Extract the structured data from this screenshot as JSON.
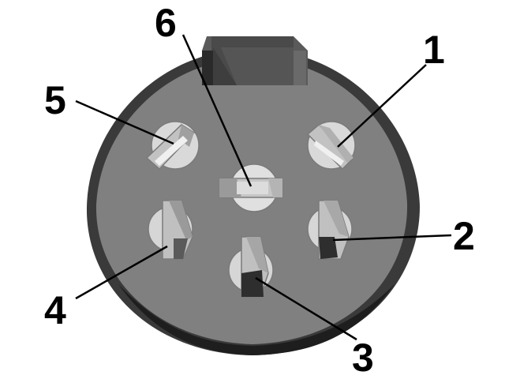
{
  "colors": {
    "housing_outer": "#3a3a3a",
    "housing_face": "#808080",
    "key_slot": "#4d4d4d",
    "pin_light": "#d9d9d9",
    "pin_mid": "#a6a6a6",
    "pin_dark": "#2e2e2e",
    "leader_line": "#000000",
    "label": "#000000"
  },
  "pins": [
    {
      "id": "1",
      "label": "1"
    },
    {
      "id": "2",
      "label": "2"
    },
    {
      "id": "3",
      "label": "3"
    },
    {
      "id": "4",
      "label": "4"
    },
    {
      "id": "5",
      "label": "5"
    },
    {
      "id": "6",
      "label": "6"
    }
  ]
}
